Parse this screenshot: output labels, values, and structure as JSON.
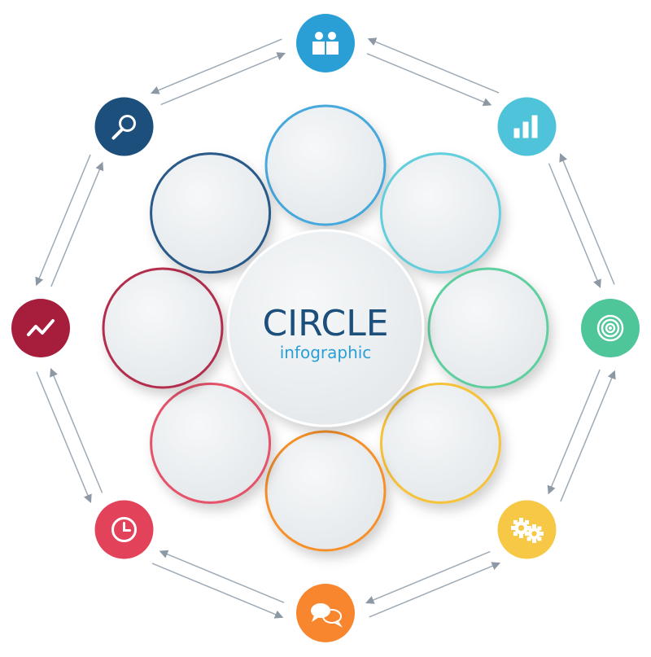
{
  "center": {
    "title": "CIRCLE",
    "subtitle": "infographic",
    "title_color": "#1d4f7c",
    "subtitle_color": "#2a9fd6"
  },
  "segments": [
    {
      "name": "people",
      "icon": "people-icon",
      "color": "#2a9fd6"
    },
    {
      "name": "bar-chart",
      "icon": "bar-chart-icon",
      "color": "#4fc3d9"
    },
    {
      "name": "target",
      "icon": "target-icon",
      "color": "#4fc59a"
    },
    {
      "name": "gears",
      "icon": "gears-icon",
      "color": "#f6c846"
    },
    {
      "name": "chat",
      "icon": "chat-icon",
      "color": "#f7862f"
    },
    {
      "name": "clock",
      "icon": "clock-icon",
      "color": "#e2435a"
    },
    {
      "name": "trend",
      "icon": "trend-icon",
      "color": "#a71d3c"
    },
    {
      "name": "search",
      "icon": "magnifier-icon",
      "color": "#1d4f7c"
    }
  ],
  "ring_colors": [
    "#46a8dc",
    "#63cfdc",
    "#5fcf9f",
    "#f5c23a",
    "#f5902c",
    "#e5536a",
    "#b32f4e",
    "#2a5a8a"
  ],
  "arrow_color": "#9eaab5"
}
